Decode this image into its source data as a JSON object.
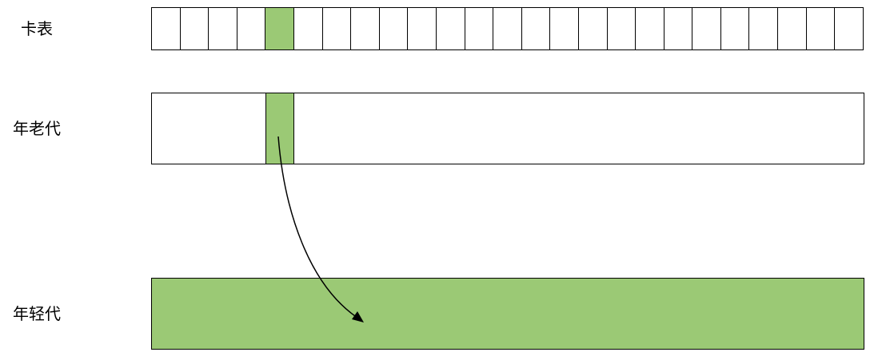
{
  "labels": {
    "card_table": "卡表",
    "old_generation": "年老代",
    "young_generation": "年轻代"
  },
  "card_table": {
    "cell_count": 25,
    "dirty_cell_index": 4
  },
  "colors": {
    "highlight": "#9bc975",
    "border": "#000000",
    "background": "#ffffff"
  }
}
